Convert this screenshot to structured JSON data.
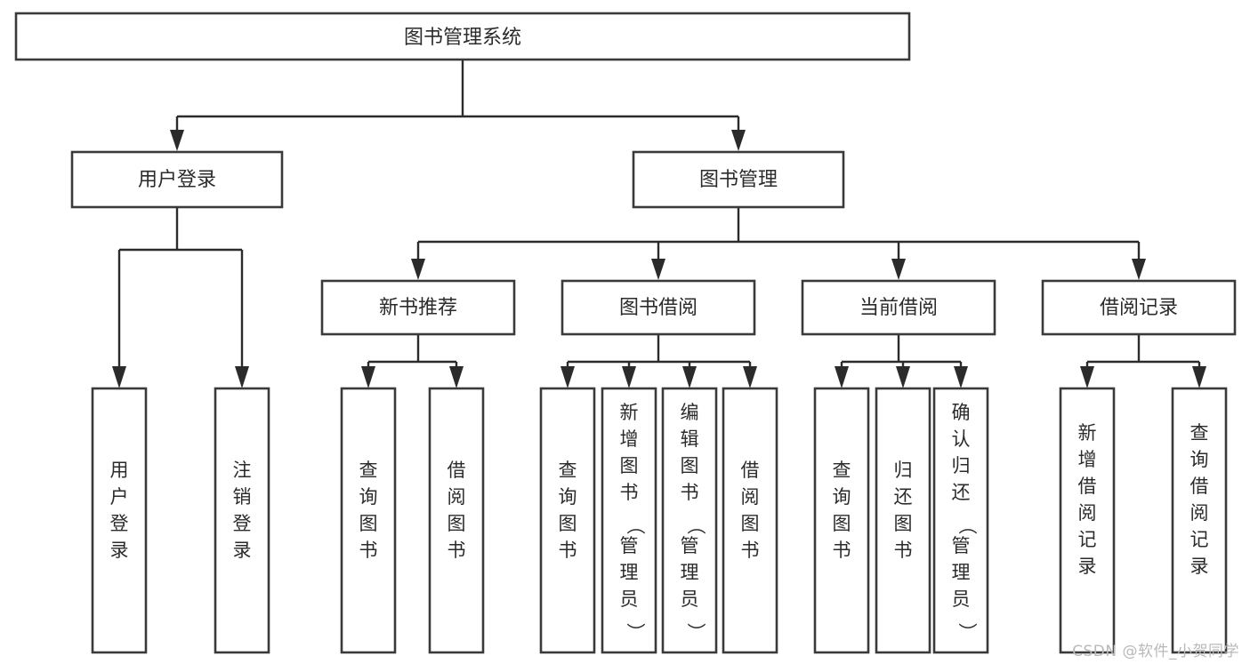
{
  "diagram": {
    "type": "tree",
    "title": "图书管理系统",
    "orientation": "top-down",
    "colors": {
      "box_stroke": "#3a3a3a",
      "box_fill": "#ffffff",
      "connector": "#2b2b2b",
      "text": "#2b2b2b",
      "background": "#ffffff",
      "watermark": "#b9b9b9"
    },
    "root": {
      "label": "图书管理系统"
    },
    "level1": [
      {
        "label": "用户登录"
      },
      {
        "label": "图书管理"
      }
    ],
    "level2": [
      {
        "label": "新书推荐"
      },
      {
        "label": "图书借阅"
      },
      {
        "label": "当前借阅"
      },
      {
        "label": "借阅记录"
      }
    ],
    "leaves": {
      "user_login": [
        {
          "label": "用户登录"
        },
        {
          "label": "注销登录"
        }
      ],
      "new_book_recommend": [
        {
          "label": "查询图书"
        },
        {
          "label": "借阅图书"
        }
      ],
      "book_borrow": [
        {
          "label": "查询图书"
        },
        {
          "label": "新增图书（管理员）"
        },
        {
          "label": "编辑图书（管理员）"
        },
        {
          "label": "借阅图书"
        }
      ],
      "current_borrow": [
        {
          "label": "查询图书"
        },
        {
          "label": "归还图书"
        },
        {
          "label": "确认归还（管理员）"
        }
      ],
      "borrow_record": [
        {
          "label": "新增借阅记录"
        },
        {
          "label": "查询借阅记录"
        }
      ]
    }
  },
  "watermark": {
    "text": "CSDN @软件_小贺同学"
  }
}
